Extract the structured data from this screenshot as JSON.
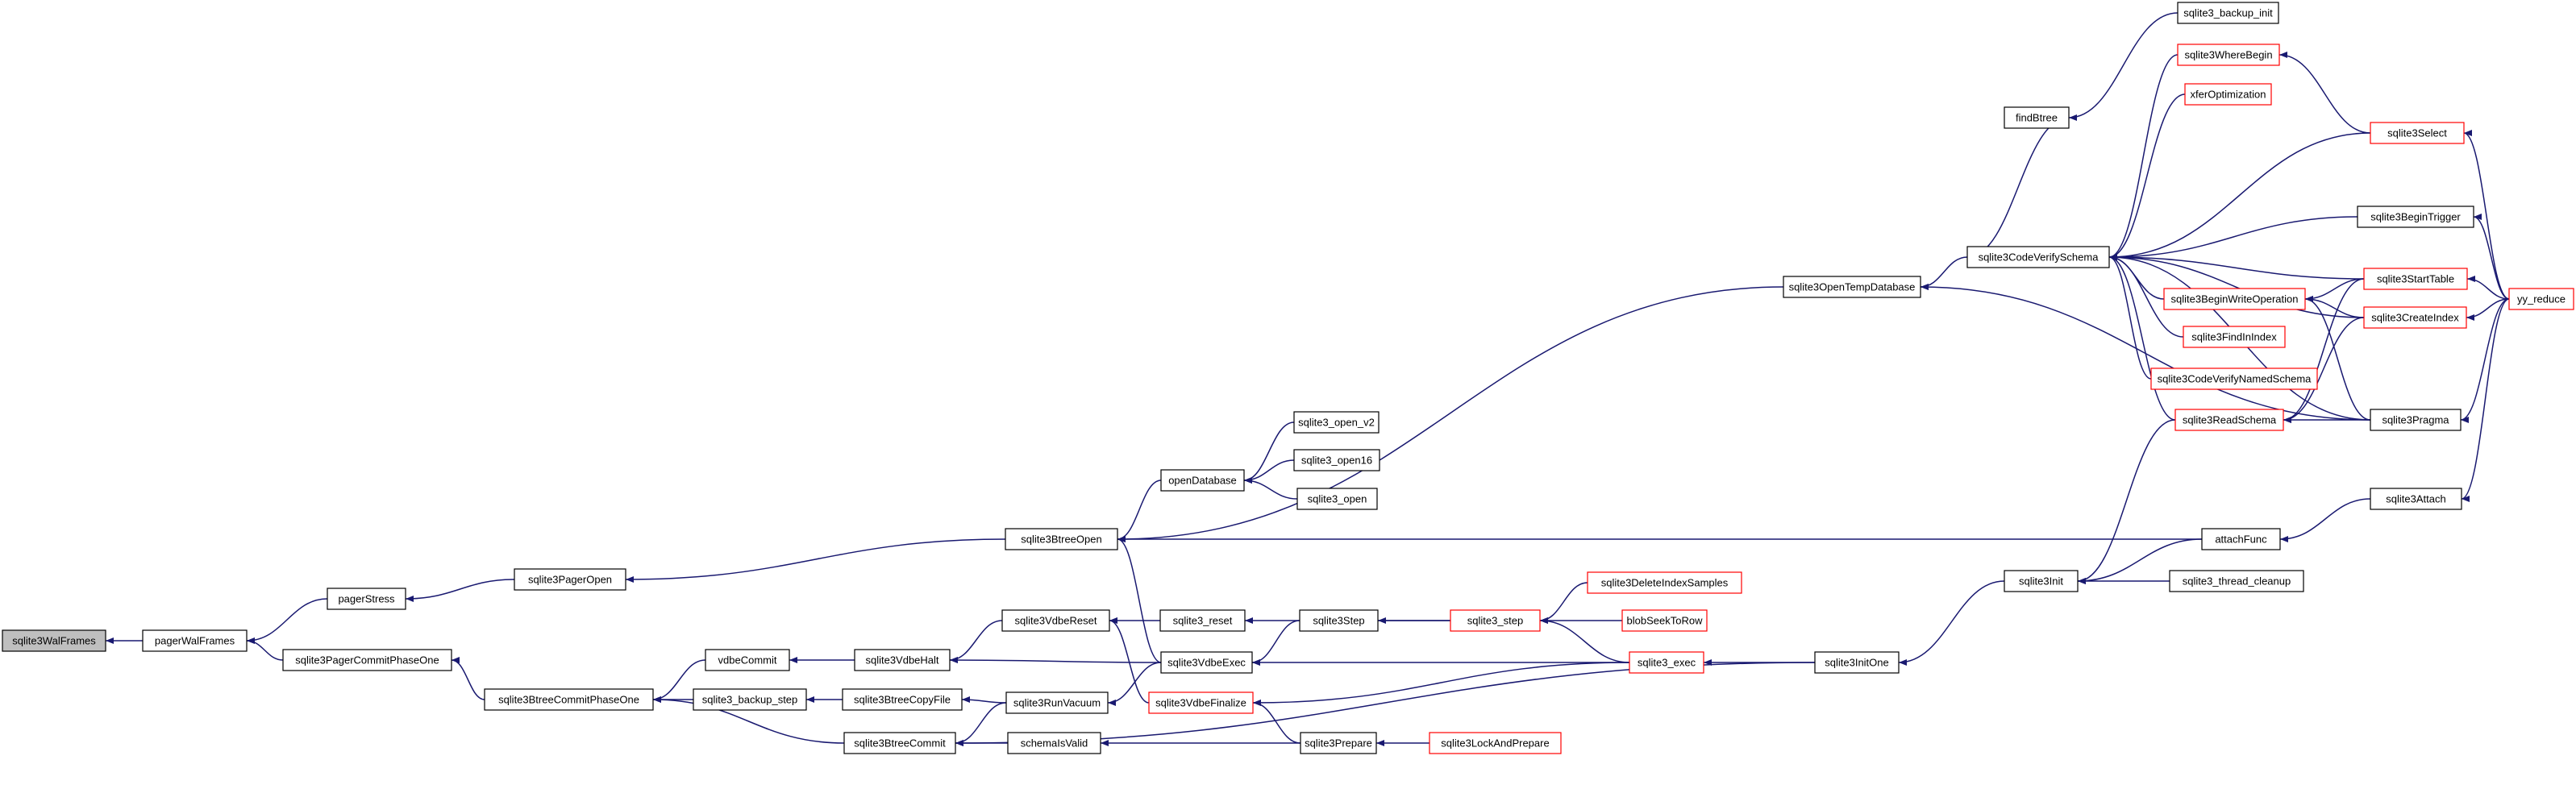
{
  "colors": {
    "edge": "#191970",
    "black_border": "#000000",
    "red_border": "#ff0000",
    "current_fill": "#bfbfbf"
  },
  "nodes": [
    {
      "id": "n0",
      "label": "sqlite3WalFrames",
      "style": "current"
    },
    {
      "id": "n1",
      "label": "pagerWalFrames",
      "style": "black"
    },
    {
      "id": "n2",
      "label": "pagerStress",
      "style": "black"
    },
    {
      "id": "n3",
      "label": "sqlite3PagerCommitPhaseOne",
      "style": "black"
    },
    {
      "id": "n4",
      "label": "sqlite3PagerOpen",
      "style": "black"
    },
    {
      "id": "n5",
      "label": "sqlite3BtreeCommitPhaseOne",
      "style": "black"
    },
    {
      "id": "n6",
      "label": "vdbeCommit",
      "style": "black"
    },
    {
      "id": "n7",
      "label": "sqlite3_backup_step",
      "style": "black"
    },
    {
      "id": "n8",
      "label": "sqlite3BtreeCommit",
      "style": "black"
    },
    {
      "id": "n9",
      "label": "sqlite3BtreeOpen",
      "style": "black"
    },
    {
      "id": "n10",
      "label": "sqlite3VdbeHalt",
      "style": "black"
    },
    {
      "id": "n11",
      "label": "sqlite3BtreeCopyFile",
      "style": "black"
    },
    {
      "id": "n12",
      "label": "sqlite3RunVacuum",
      "style": "black"
    },
    {
      "id": "n13",
      "label": "schemaIsValid",
      "style": "black"
    },
    {
      "id": "n14",
      "label": "openDatabase",
      "style": "black"
    },
    {
      "id": "n15",
      "label": "sqlite3VdbeReset",
      "style": "black"
    },
    {
      "id": "n16",
      "label": "sqlite3VdbeExec",
      "style": "black"
    },
    {
      "id": "n17",
      "label": "sqlite3VdbeFinalize",
      "style": "red"
    },
    {
      "id": "n18",
      "label": "sqlite3_open_v2",
      "style": "black"
    },
    {
      "id": "n19",
      "label": "sqlite3_open16",
      "style": "black"
    },
    {
      "id": "n20",
      "label": "sqlite3_open",
      "style": "black"
    },
    {
      "id": "n21",
      "label": "sqlite3_reset",
      "style": "black"
    },
    {
      "id": "n22",
      "label": "sqlite3Step",
      "style": "black"
    },
    {
      "id": "n23",
      "label": "sqlite3Prepare",
      "style": "black"
    },
    {
      "id": "n24",
      "label": "sqlite3_step",
      "style": "red"
    },
    {
      "id": "n25",
      "label": "sqlite3LockAndPrepare",
      "style": "red"
    },
    {
      "id": "n26",
      "label": "sqlite3DeleteIndexSamples",
      "style": "red"
    },
    {
      "id": "n27",
      "label": "blobSeekToRow",
      "style": "red"
    },
    {
      "id": "n28",
      "label": "sqlite3_exec",
      "style": "red"
    },
    {
      "id": "n29",
      "label": "sqlite3OpenTempDatabase",
      "style": "black"
    },
    {
      "id": "n30",
      "label": "sqlite3InitOne",
      "style": "black"
    },
    {
      "id": "n31",
      "label": "sqlite3Init",
      "style": "black"
    },
    {
      "id": "n32",
      "label": "findBtree",
      "style": "black"
    },
    {
      "id": "n33",
      "label": "sqlite3CodeVerifySchema",
      "style": "black"
    },
    {
      "id": "n34",
      "label": "attachFunc",
      "style": "black"
    },
    {
      "id": "n35",
      "label": "sqlite3_thread_cleanup",
      "style": "black"
    },
    {
      "id": "n36",
      "label": "sqlite3_backup_init",
      "style": "black"
    },
    {
      "id": "n37",
      "label": "sqlite3WhereBegin",
      "style": "red"
    },
    {
      "id": "n38",
      "label": "xferOptimization",
      "style": "red"
    },
    {
      "id": "n39",
      "label": "sqlite3BeginWriteOperation",
      "style": "red"
    },
    {
      "id": "n40",
      "label": "sqlite3FindInIndex",
      "style": "red"
    },
    {
      "id": "n41",
      "label": "sqlite3CodeVerifyNamedSchema",
      "style": "red"
    },
    {
      "id": "n42",
      "label": "sqlite3ReadSchema",
      "style": "red"
    },
    {
      "id": "n43",
      "label": "sqlite3Select",
      "style": "red"
    },
    {
      "id": "n44",
      "label": "sqlite3BeginTrigger",
      "style": "black"
    },
    {
      "id": "n45",
      "label": "sqlite3StartTable",
      "style": "red"
    },
    {
      "id": "n46",
      "label": "sqlite3CreateIndex",
      "style": "red"
    },
    {
      "id": "n47",
      "label": "sqlite3Pragma",
      "style": "black"
    },
    {
      "id": "n48",
      "label": "sqlite3Attach",
      "style": "black"
    },
    {
      "id": "n49",
      "label": "yy_reduce",
      "style": "red"
    }
  ],
  "edges": [
    [
      "n1",
      "n0"
    ],
    [
      "n2",
      "n1"
    ],
    [
      "n3",
      "n1"
    ],
    [
      "n4",
      "n2"
    ],
    [
      "n5",
      "n3"
    ],
    [
      "n9",
      "n4"
    ],
    [
      "n6",
      "n5"
    ],
    [
      "n7",
      "n5"
    ],
    [
      "n8",
      "n5"
    ],
    [
      "n10",
      "n6"
    ],
    [
      "n11",
      "n7"
    ],
    [
      "n12",
      "n8"
    ],
    [
      "n13",
      "n8"
    ],
    [
      "n30",
      "n8"
    ],
    [
      "n14",
      "n9"
    ],
    [
      "n16",
      "n9"
    ],
    [
      "n29",
      "n9"
    ],
    [
      "n34",
      "n9"
    ],
    [
      "n15",
      "n10"
    ],
    [
      "n16",
      "n10"
    ],
    [
      "n12",
      "n11"
    ],
    [
      "n16",
      "n12"
    ],
    [
      "n23",
      "n13"
    ],
    [
      "n18",
      "n14"
    ],
    [
      "n19",
      "n14"
    ],
    [
      "n20",
      "n14"
    ],
    [
      "n17",
      "n15"
    ],
    [
      "n21",
      "n15"
    ],
    [
      "n22",
      "n16"
    ],
    [
      "n28",
      "n16"
    ],
    [
      "n23",
      "n17"
    ],
    [
      "n28",
      "n17"
    ],
    [
      "n24",
      "n21"
    ],
    [
      "n24",
      "n22"
    ],
    [
      "n25",
      "n23"
    ],
    [
      "n26",
      "n24"
    ],
    [
      "n27",
      "n24"
    ],
    [
      "n28",
      "n24"
    ],
    [
      "n30",
      "n28"
    ],
    [
      "n33",
      "n29"
    ],
    [
      "n47",
      "n29"
    ],
    [
      "n31",
      "n30"
    ],
    [
      "n42",
      "n31"
    ],
    [
      "n34",
      "n31"
    ],
    [
      "n35",
      "n31"
    ],
    [
      "n32",
      "n33"
    ],
    [
      "n37",
      "n33"
    ],
    [
      "n38",
      "n33"
    ],
    [
      "n43",
      "n33"
    ],
    [
      "n44",
      "n33"
    ],
    [
      "n39",
      "n33"
    ],
    [
      "n45",
      "n33"
    ],
    [
      "n46",
      "n33"
    ],
    [
      "n40",
      "n33"
    ],
    [
      "n41",
      "n33"
    ],
    [
      "n42",
      "n33"
    ],
    [
      "n47",
      "n33"
    ],
    [
      "n36",
      "n32"
    ],
    [
      "n48",
      "n34"
    ],
    [
      "n43",
      "n37"
    ],
    [
      "n45",
      "n39"
    ],
    [
      "n46",
      "n39"
    ],
    [
      "n47",
      "n39"
    ],
    [
      "n45",
      "n42"
    ],
    [
      "n46",
      "n42"
    ],
    [
      "n47",
      "n42"
    ],
    [
      "n49",
      "n43"
    ],
    [
      "n49",
      "n44"
    ],
    [
      "n49",
      "n45"
    ],
    [
      "n49",
      "n46"
    ],
    [
      "n49",
      "n47"
    ],
    [
      "n49",
      "n48"
    ]
  ]
}
